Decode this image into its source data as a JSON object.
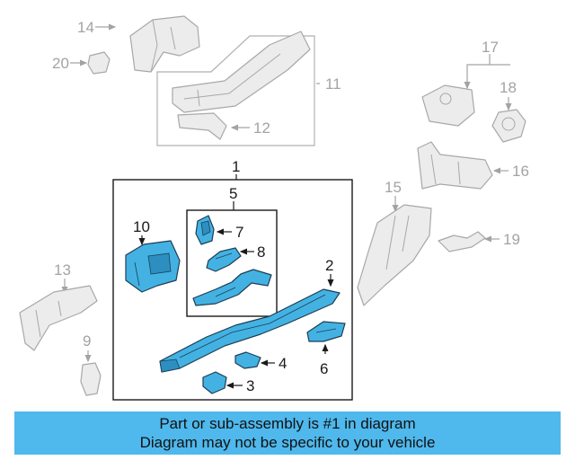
{
  "callouts": {
    "c1": "1",
    "c2": "2",
    "c3": "3",
    "c4": "4",
    "c5": "5",
    "c6": "6",
    "c7": "7",
    "c8": "8",
    "c9": "9",
    "c10": "10",
    "c11": "11",
    "c12": "12",
    "c13": "13",
    "c14": "14",
    "c15": "15",
    "c16": "16",
    "c17": "17",
    "c18": "18",
    "c19": "19",
    "c20": "20"
  },
  "banner": {
    "line1": "Part or sub-assembly is #1 in diagram",
    "line2": "Diagram may not be specific to your vehicle"
  },
  "colors": {
    "highlight_part": "#43b2e3",
    "banner_bg": "#4fb8ec",
    "ghost_part": "#ececec"
  }
}
